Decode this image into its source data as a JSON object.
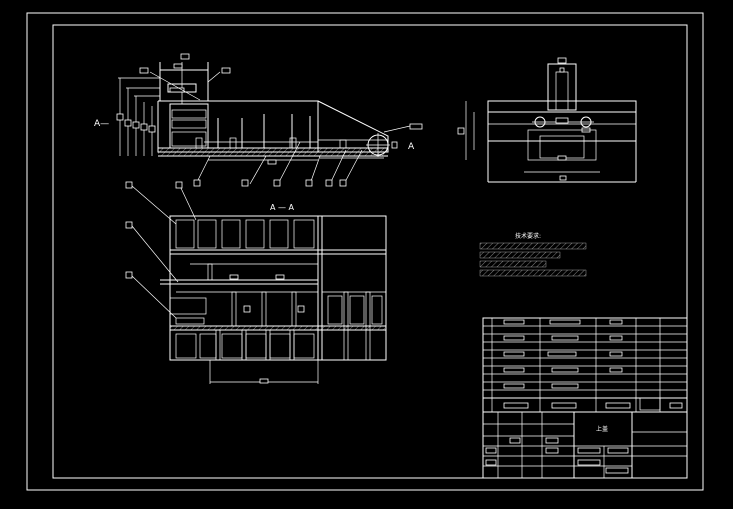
{
  "drawing": {
    "section_label_left": "A—",
    "section_label_right": "A",
    "section_title": "A — A",
    "notes_title": "技术要求:",
    "title_block_name": "上盖"
  }
}
